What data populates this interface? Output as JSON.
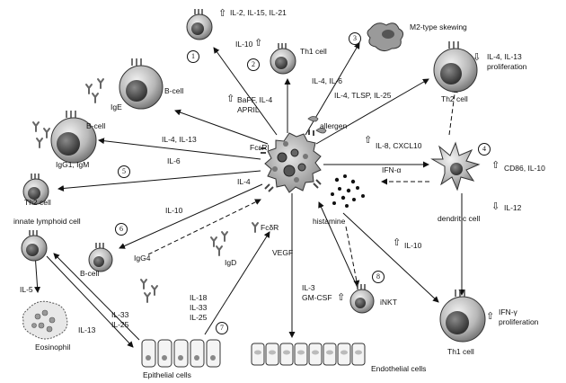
{
  "step_numbers": [
    "1",
    "2",
    "3",
    "4",
    "5",
    "6",
    "7",
    "8"
  ],
  "up_arrow": "⇧",
  "down_arrow": "⇩",
  "labels": {
    "il2_il15_il21": "IL-2, IL-15, IL-21",
    "il10_th1": "IL-10",
    "th1_cell_top": "Th1 cell",
    "m2_skewing": "M2-type skewing",
    "il4_il13_prolif": "IL-4, IL-13",
    "proliferation": "proliferation",
    "th2_cell_right": "Th2 cell",
    "b_cell_top": "B-cell",
    "ige": "IgE",
    "baff_il4": "BaFF, IL-4",
    "april": "APRIL",
    "il4_il6": "IL-4, IL-6",
    "il4_tslp_il25": "IL-4, TLSP, IL-25",
    "allergen": "allergen",
    "fceri": "FcεRI",
    "b_cell_left": "B-cell",
    "igg1_igm": "IgG1, IgM",
    "il4_il13": "IL-4, IL-13",
    "il6": "IL-6",
    "il8_cxcl10": "IL-8, CXCL10",
    "ifn_alpha": "IFN-α",
    "cd86_il10": "CD86, IL-10",
    "il12": "IL-12",
    "th2_cell_left": "Th2 cell",
    "il4": "IL-4",
    "dendritic_cell": "dendritic cell",
    "innate_lymphoid": "innate lymphoid cell",
    "il10_mid": "IL-10",
    "histamine": "histamine",
    "b_cell_mid": "B-cell",
    "igg4": "IgG4",
    "fcdr": "FcδR",
    "igd": "IgD",
    "vegf": "VEGF",
    "il10_right": "IL-10",
    "il5": "IL-5",
    "il18_il33_il25": [
      "IL-18",
      "IL-33",
      "IL-25"
    ],
    "il33_il25": [
      "IL-33",
      "IL-25"
    ],
    "il13": "IL-13",
    "il3": "IL-3",
    "gm_csf": "GM-CSF",
    "inkt": "iNKT",
    "ifn_gamma": "IFN-γ",
    "th1_cell_bottom": "Th1 cell",
    "eosinophil": "Eosinophil",
    "epithelial_cells": "Epithelial cells",
    "endothelial_cells": "Endothelial cells"
  }
}
